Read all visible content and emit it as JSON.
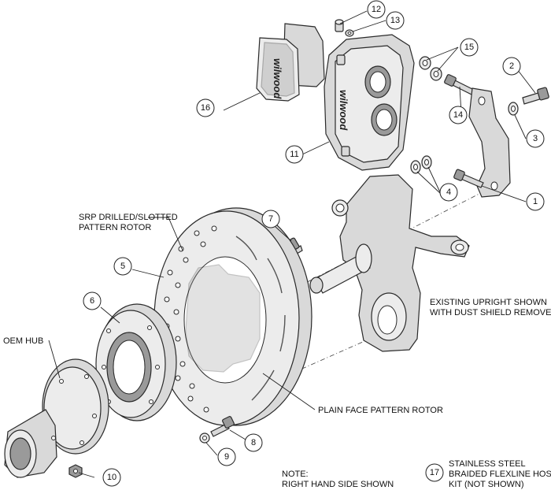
{
  "labels": {
    "srp_rotor_line1": "SRP DRILLED/SLOTTED",
    "srp_rotor_line2": "PATTERN ROTOR",
    "oem_hub": "OEM HUB",
    "existing_upright_line1": "EXISTING UPRIGHT SHOWN",
    "existing_upright_line2": "WITH DUST SHIELD REMOVED",
    "plain_face_rotor": "PLAIN FACE PATTERN ROTOR",
    "note_line1": "NOTE:",
    "note_line2": "RIGHT HAND SIDE SHOWN",
    "flexline_line1": "STAINLESS STEEL",
    "flexline_line2": "BRAIDED FLEXLINE HOSE",
    "flexline_line3": "KIT (NOT SHOWN)"
  },
  "callouts": {
    "c1": "1",
    "c2": "2",
    "c3": "3",
    "c4": "4",
    "c5": "5",
    "c6": "6",
    "c7": "7",
    "c8": "8",
    "c9": "9",
    "c10": "10",
    "c11": "11",
    "c12": "12",
    "c13": "13",
    "c14": "14",
    "c15": "15",
    "c16": "16",
    "c17": "17"
  },
  "logos": {
    "pad_logo": "wilwood",
    "caliper_logo": "wilwood"
  },
  "icons": [
    "brake-pad-icon",
    "caliper-icon",
    "bracket-icon",
    "bolt-icon",
    "washer-icon",
    "rotor-icon",
    "hat-icon",
    "hub-icon",
    "spindle-icon",
    "nut-icon"
  ]
}
